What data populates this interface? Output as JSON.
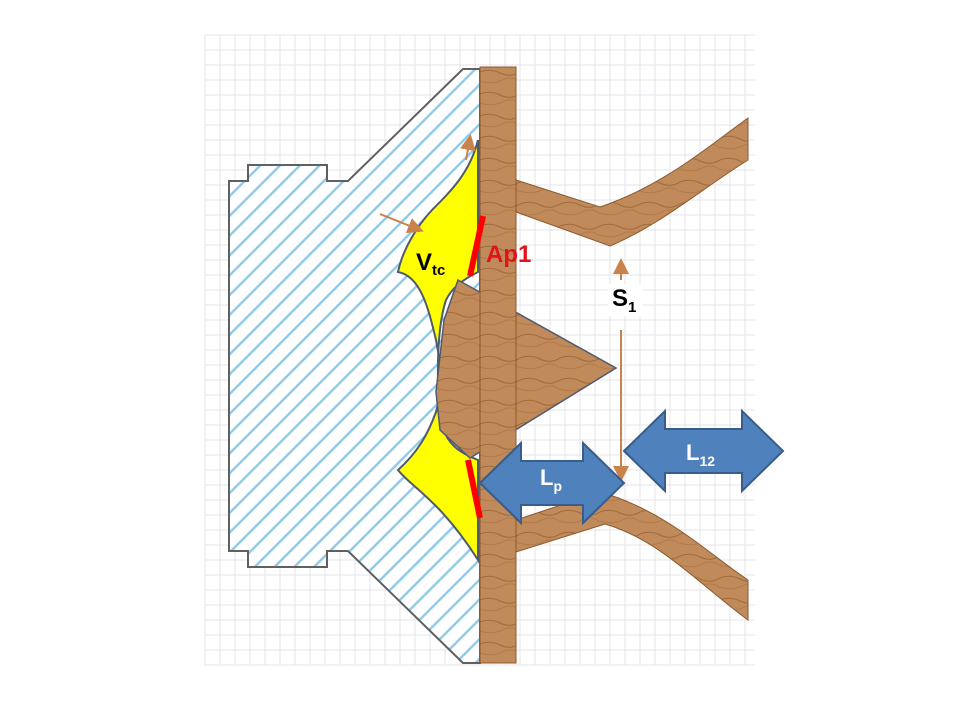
{
  "labels": {
    "vtc": {
      "main": "V",
      "sub": "tc"
    },
    "ap1": "Ap1",
    "s1": {
      "main": "S",
      "sub": "1"
    },
    "lp": {
      "main": "L",
      "sub": "p"
    },
    "l12": {
      "main": "L",
      "sub": "12"
    }
  },
  "colors": {
    "background": "#ffffff",
    "wood": "#c08a5a",
    "wood_grain": "#a06a3e",
    "hatch": "#8ec9e6",
    "hatch_outline": "#606060",
    "cavity": "#ffff00",
    "aperture": "#ff0000",
    "arrow_fill": "#4f81bd",
    "arrow_stroke": "#385d8a",
    "dimension_line": "#c9824a",
    "grid": "#e4e4ea"
  },
  "icons": {
    "lp_arrow": "double-headed-arrow",
    "l12_arrow": "double-headed-arrow",
    "s1_dimension": "vertical-dimension-arrow"
  }
}
